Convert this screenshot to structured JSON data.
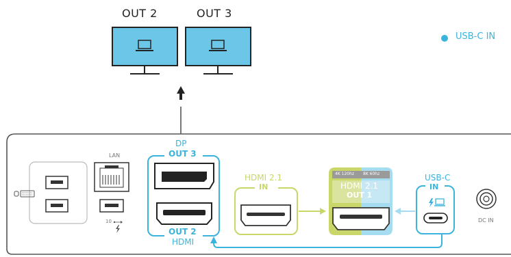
{
  "monitors": [
    {
      "label": "OUT 2"
    },
    {
      "label": "OUT 3"
    }
  ],
  "legend": {
    "label": "USB-C IN",
    "color": "#3ab4dc"
  },
  "ports": {
    "lan_label": "LAN",
    "dp_label": "DP",
    "out3_label": "OUT 3",
    "out2_label": "OUT 2",
    "hdmi_label": "HDMI",
    "hdmi_in_title": "HDMI 2.1",
    "hdmi_in_sub": "IN",
    "hdmi_out_badge_left": "4K 120hz",
    "hdmi_out_badge_right": "8K 60hz",
    "hdmi_out_title": "HDMI 2.1",
    "hdmi_out_sub": "OUT 1",
    "usbc_title": "USB-C",
    "usbc_sub": "IN",
    "usb_power_label": "10",
    "dc_in_label": "DC IN"
  },
  "colors": {
    "accent_blue": "#3ab4dc",
    "accent_green": "#c8d66a",
    "screen_blue": "#6cc6e8",
    "outline": "#444444"
  }
}
